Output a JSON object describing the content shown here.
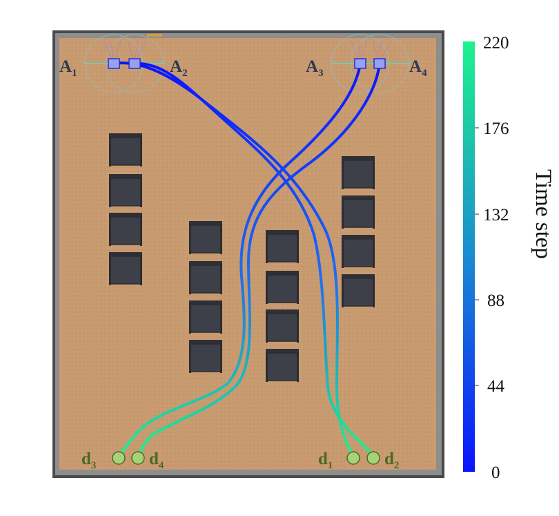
{
  "agents": [
    {
      "letter": "A",
      "sub": "1"
    },
    {
      "letter": "A",
      "sub": "2"
    },
    {
      "letter": "A",
      "sub": "3"
    },
    {
      "letter": "A",
      "sub": "4"
    }
  ],
  "goals": [
    {
      "letter": "d",
      "sub": "1"
    },
    {
      "letter": "d",
      "sub": "2"
    },
    {
      "letter": "d",
      "sub": "3"
    },
    {
      "letter": "d",
      "sub": "4"
    }
  ],
  "colorbar": {
    "title": "Time step",
    "ticks": [
      "220",
      "176",
      "132",
      "88",
      "44",
      "0"
    ],
    "range": [
      0,
      220
    ],
    "color_low": "#0a14ff",
    "color_high": "#1ef28c"
  },
  "colors": {
    "floor": "#c89a70",
    "wall": "#4a4a4a",
    "chair": "#3d4048",
    "agent_label": "#2b3a55",
    "goal_fill": "#a8d17a",
    "goal_stroke": "#4a6a1f"
  }
}
